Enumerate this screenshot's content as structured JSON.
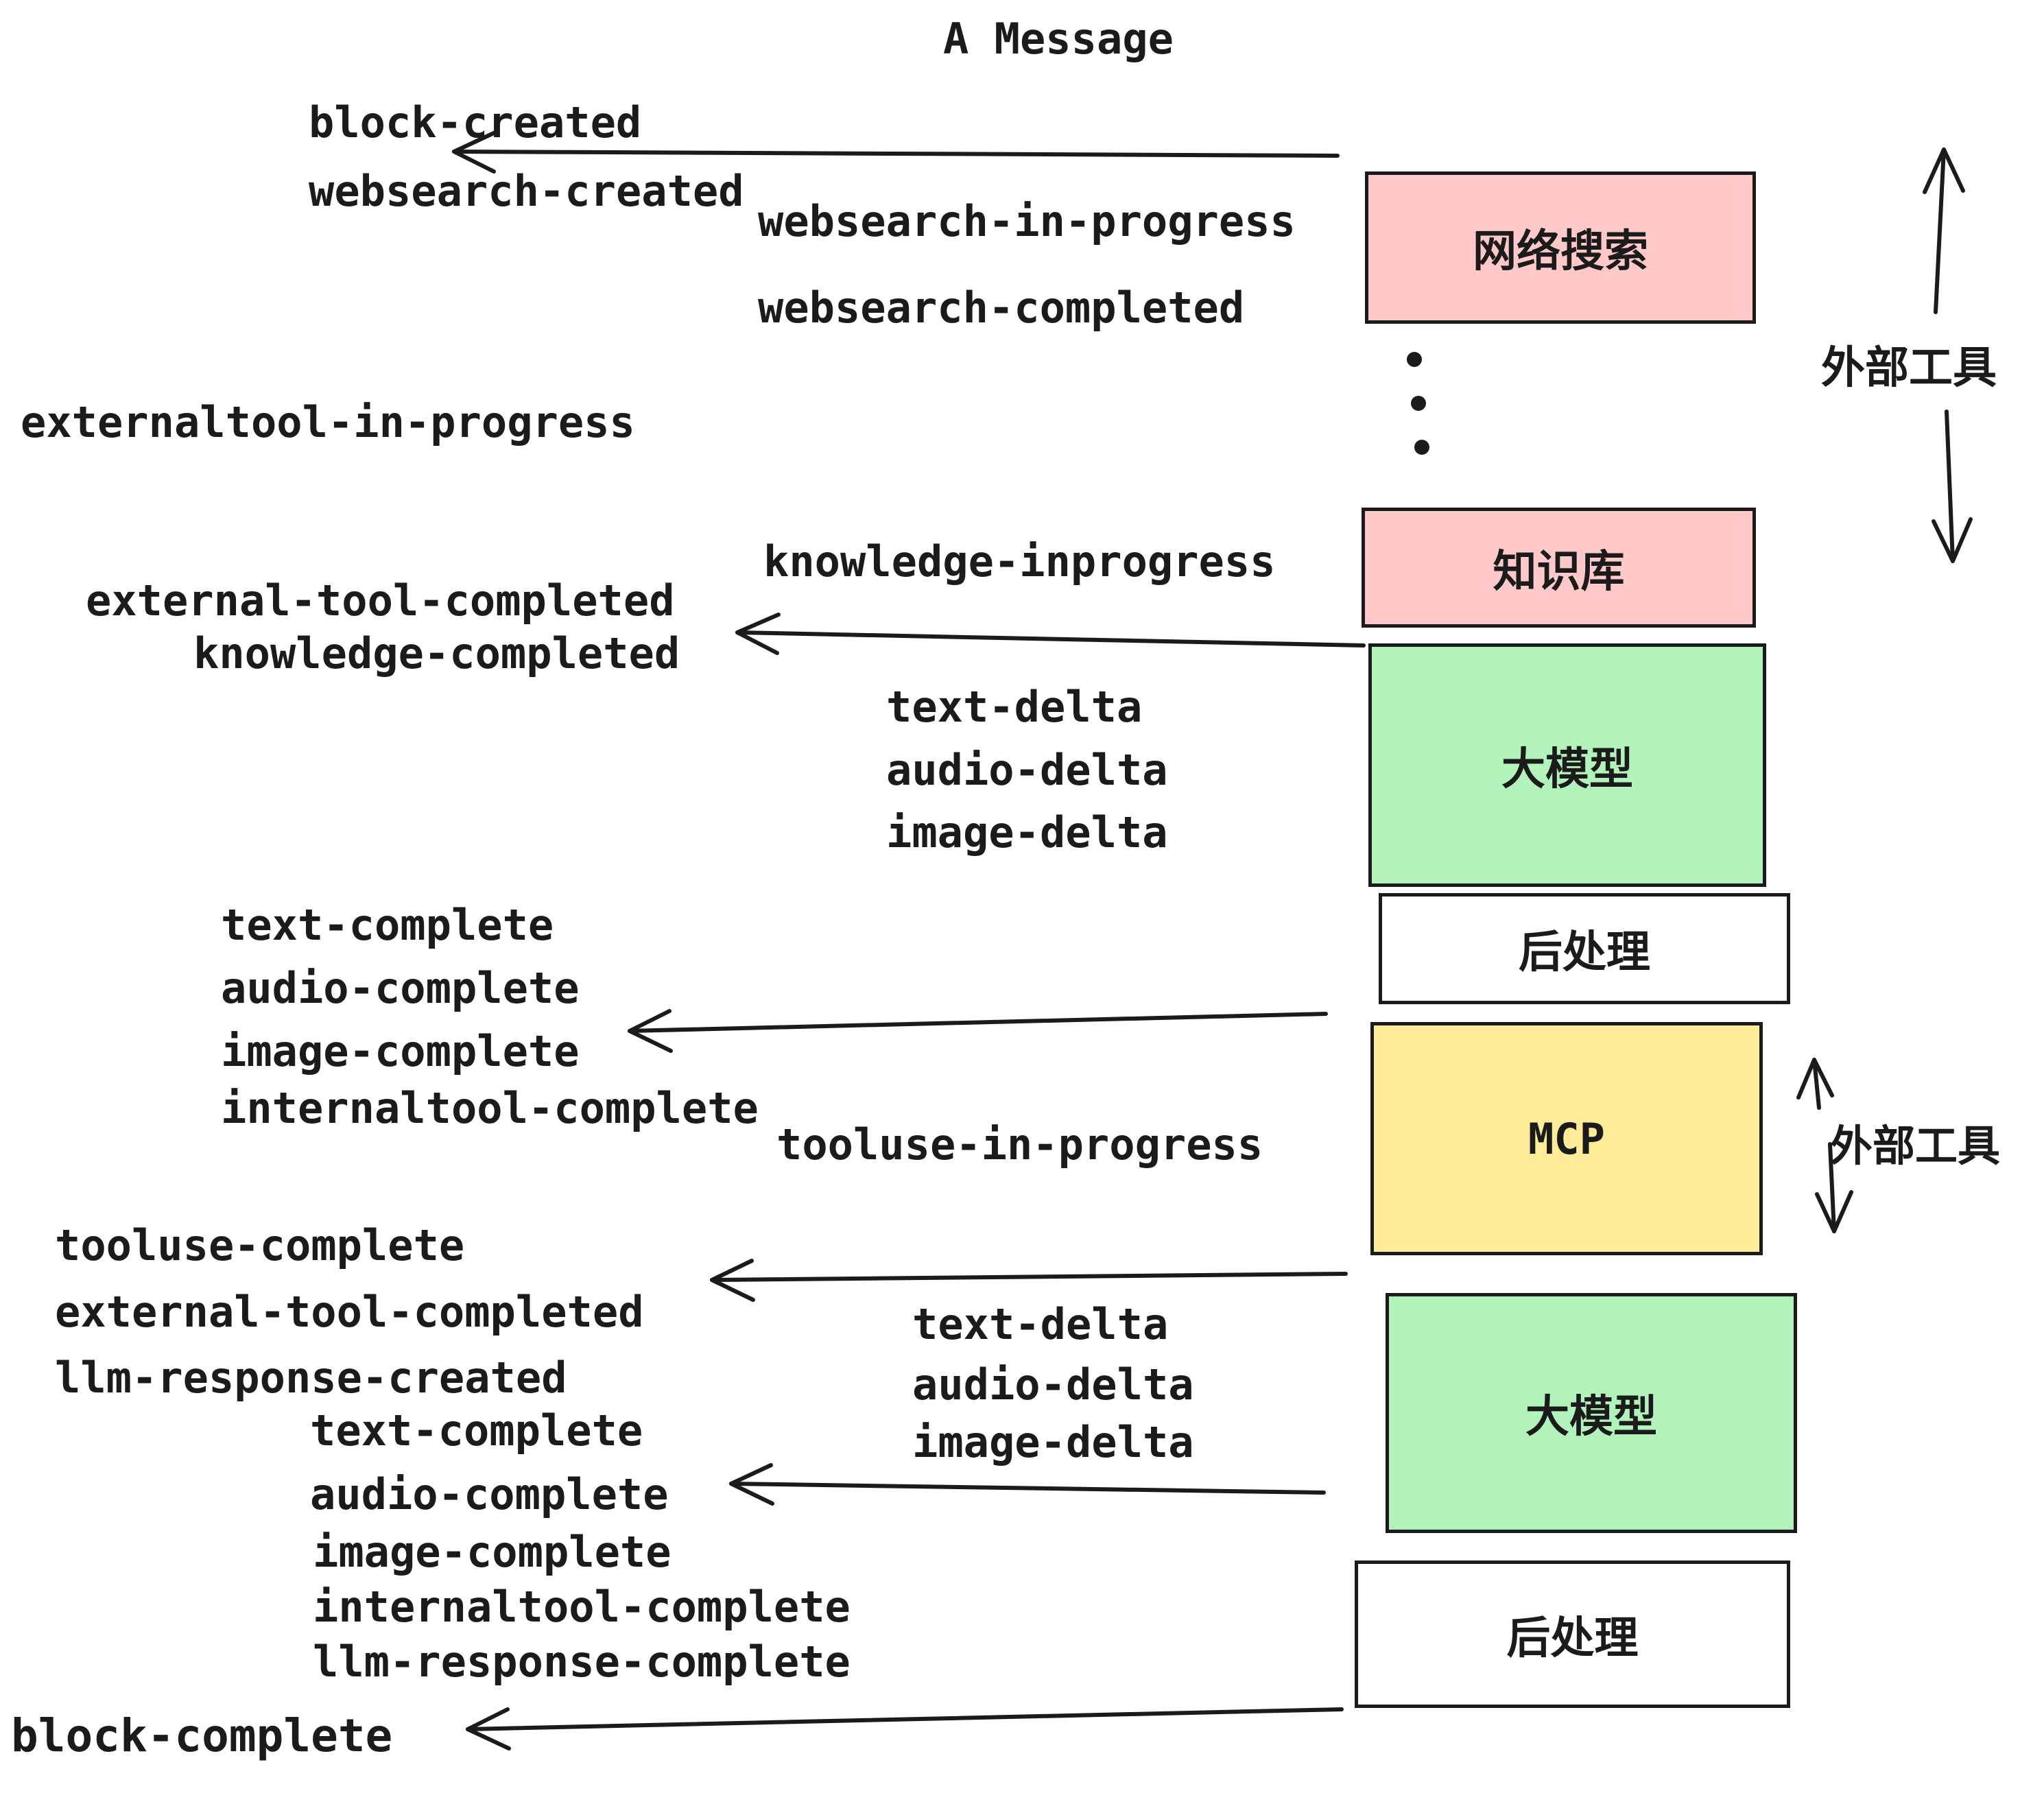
{
  "title": "A Message",
  "palette": {
    "pink": "#ffc9c9",
    "green": "#b2f2bb",
    "yellow": "#ffec99",
    "white": "#ffffff",
    "stroke": "#1b1b1b",
    "background": "#ffffff"
  },
  "boxes": {
    "websearch": "网络搜索",
    "knowledge": "知识库",
    "llm_top": "大模型",
    "postprocess_top": "后处理",
    "mcp": "MCP",
    "llm_bottom": "大模型",
    "postprocess_bottom": "后处理"
  },
  "side_labels": {
    "external_tool_top": "外部工具",
    "external_tool_mid": "外部工具"
  },
  "events": {
    "block_created": "block-created",
    "websearch_created": "websearch-created",
    "websearch_in_progress": "websearch-in-progress",
    "websearch_completed": "websearch-completed",
    "externaltool_in_progress": "externaltool-in-progress",
    "knowledge_inprogress": "knowledge-inprogress",
    "external_tool_completed": "external-tool-completed",
    "knowledge_completed": "knowledge-completed",
    "text_delta": "text-delta",
    "audio_delta": "audio-delta",
    "image_delta": "image-delta",
    "text_complete": "text-complete",
    "audio_complete": "audio-complete",
    "image_complete": "image-complete",
    "internaltool_complete": "internaltool-complete",
    "tooluse_in_progress": "tooluse-in-progress",
    "tooluse_complete": "tooluse-complete",
    "llm_response_created": "llm-response-created",
    "llm_response_complete": "llm-response-complete",
    "block_complete": "block-complete"
  }
}
